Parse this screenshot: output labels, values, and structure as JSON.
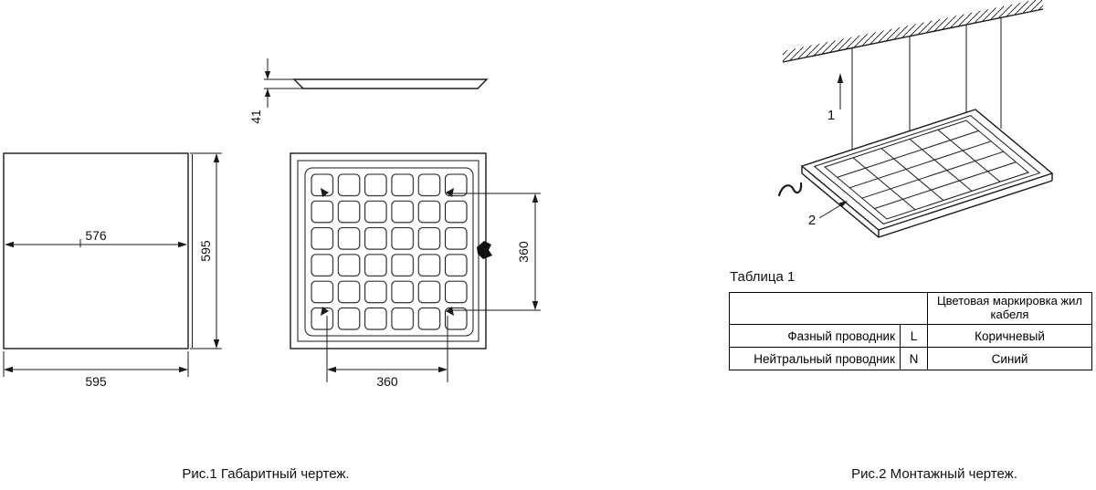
{
  "colors": {
    "ink": "#1a1a1a",
    "background": "#ffffff"
  },
  "fig1": {
    "caption": "Рис.1 Габаритный чертеж.",
    "dim_inner_width": "576",
    "dim_height": "595",
    "dim_width": "595",
    "dim_thickness": "41",
    "dim_mount_v": "360",
    "dim_mount_h": "360"
  },
  "fig2": {
    "caption": "Рис.2 Монтажный чертеж.",
    "callout_1": "1",
    "callout_2": "2",
    "table": {
      "title": "Таблица 1",
      "header": "Цветовая маркировка жил кабеля",
      "rows": [
        {
          "name": "Фазный проводник",
          "code": "L",
          "color": "Коричневый"
        },
        {
          "name": "Нейтральный проводник",
          "code": "N",
          "color": "Синий"
        }
      ]
    }
  }
}
